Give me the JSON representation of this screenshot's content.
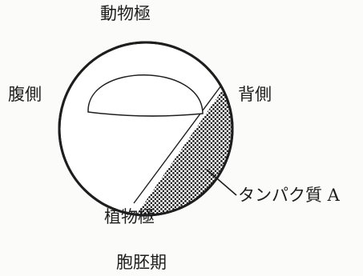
{
  "labels": {
    "animal_pole": "動物極",
    "ventral": "腹側",
    "dorsal": "背側",
    "vegetal_pole": "植物極",
    "protein_a": "タンパク質 A",
    "stage": "胞胚期"
  },
  "colors": {
    "ink": "#1e1e1e",
    "background": "#fbfbfa",
    "fill": "#ffffff"
  }
}
